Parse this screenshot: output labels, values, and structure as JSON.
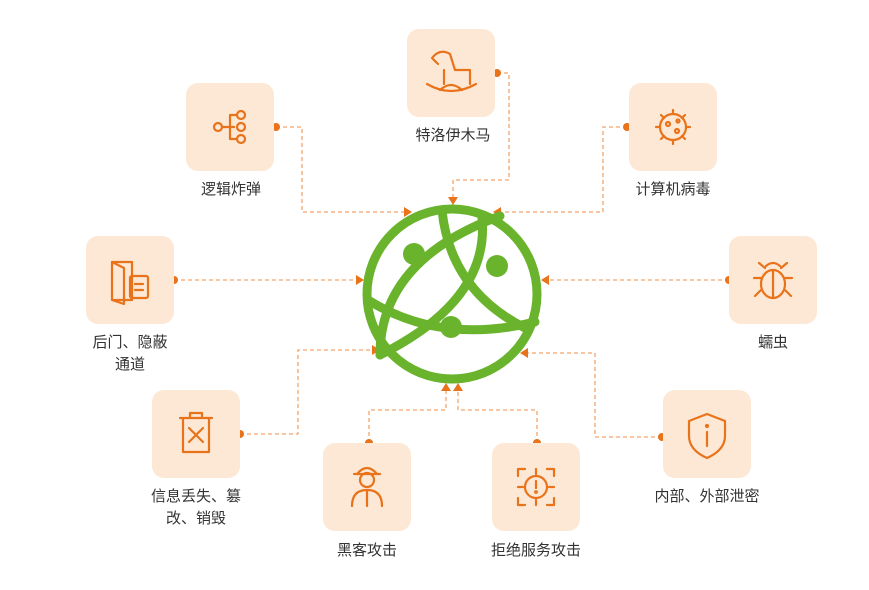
{
  "center": {
    "icon": "globe-network-icon",
    "color": "#6ab42d"
  },
  "accent": "#e8731a",
  "threats": [
    {
      "id": "logic-bomb",
      "label": "逻辑炸弹",
      "icon": "hierarchy-icon"
    },
    {
      "id": "trojan",
      "label": "特洛伊木马",
      "icon": "rocking-horse-icon"
    },
    {
      "id": "virus",
      "label": "计算机病毒",
      "icon": "virus-icon"
    },
    {
      "id": "backdoor",
      "label": "后门、隐蔽",
      "label2": "通道",
      "icon": "door-icon"
    },
    {
      "id": "worm",
      "label": "蠕虫",
      "icon": "bug-icon"
    },
    {
      "id": "data-loss",
      "label": "信息丢失、篡",
      "label2": "改、销毁",
      "icon": "trash-icon"
    },
    {
      "id": "hacker",
      "label": "黑客攻击",
      "icon": "hacker-icon"
    },
    {
      "id": "dos",
      "label": "拒绝服务攻击",
      "icon": "alert-target-icon"
    },
    {
      "id": "insider",
      "label": "内部、外部泄密",
      "icon": "shield-info-icon"
    }
  ]
}
